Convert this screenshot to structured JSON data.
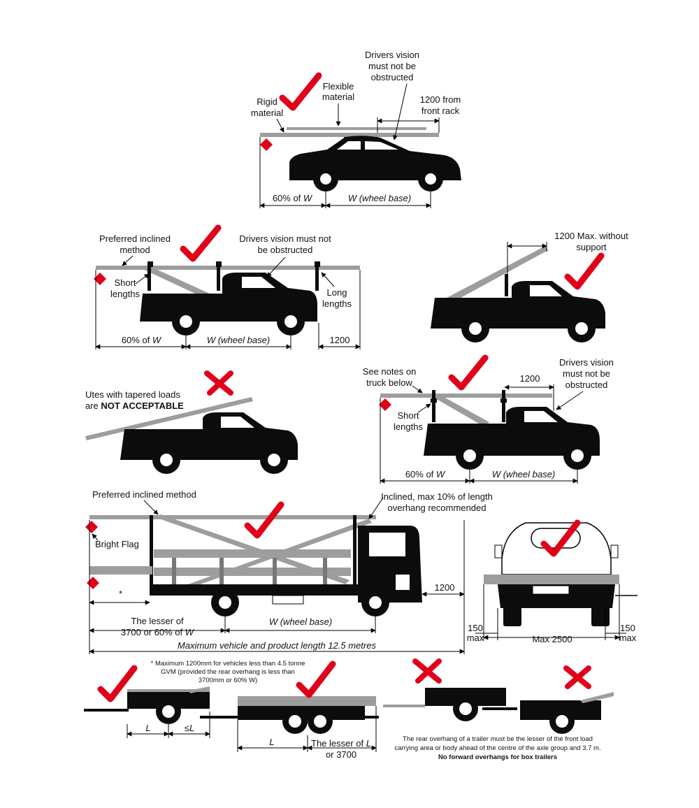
{
  "car": {
    "rigid": [
      "Rigid",
      "material"
    ],
    "flexible": [
      "Flexible",
      "material"
    ],
    "vision": [
      "Drivers vision",
      "must not be",
      "obstructed"
    ],
    "front_rack": [
      "1200 from",
      "front rack"
    ],
    "overhang_prefix": "60% of ",
    "overhang_var": "W",
    "wheelbase": "W (wheel base)"
  },
  "ute1": {
    "inclined": [
      "Preferred inclined",
      "method"
    ],
    "vision": [
      "Drivers vision must not",
      "be obstructed"
    ],
    "short": [
      "Short",
      "lengths"
    ],
    "long": [
      "Long",
      "lengths"
    ],
    "overhang_prefix": "60% of ",
    "overhang_var": "W",
    "wheelbase": "W (wheel base)",
    "front_dim": "1200"
  },
  "ute2": {
    "max_support": [
      "1200 Max. without",
      "support"
    ]
  },
  "ute3": {
    "tapered_line1": "Utes with tapered loads",
    "tapered_prefix": "are ",
    "tapered_bold": "NOT ACCEPTABLE"
  },
  "ute4": {
    "see_notes": [
      "See notes on",
      "truck below"
    ],
    "dim_1200": "1200",
    "vision": [
      "Drivers vision",
      "must not be",
      "obstructed"
    ],
    "short": [
      "Short",
      "lengths"
    ],
    "overhang_prefix": "60% of ",
    "overhang_var": "W",
    "wheelbase": "W (wheel base)"
  },
  "truck": {
    "inclined": "Preferred inclined method",
    "inclined_max": [
      "Inclined, max 10% of length",
      "overhang recommended"
    ],
    "bright_flag": "Bright Flag",
    "asterisk": "*",
    "front_dim": "1200",
    "lesser_line1": "The lesser of",
    "lesser_prefix": "3700 or 60% of ",
    "lesser_var": "W",
    "wheelbase": "W (wheel base)",
    "max_length": "Maximum vehicle and product length 12.5 metres"
  },
  "rear_view": {
    "left_150": [
      "150",
      "max"
    ],
    "right_150": [
      "150",
      "max"
    ],
    "max_width": "Max 2500"
  },
  "trailers": {
    "note": [
      "* Maximum 1200mm for vehicles less than 4.5 tonne",
      "GVM (provided the rear overhang is less than",
      "3700mm or 60% W)"
    ],
    "L1": "L",
    "leL": "≤L",
    "L2": "L",
    "lesser_prefix": "The lesser of ",
    "lesser_var": "L",
    "or3700": "or 3700",
    "rear_overhang": [
      "The rear overhang of a trailer must be the lesser of the front load",
      "carrying area or body ahead of the centre of the axle group and 3.7 m."
    ],
    "no_forward": "No forward overhangs for box trailers"
  },
  "colors": {
    "mark_red": "#e0001a",
    "load_grey": "#9d9d9d",
    "vehicle_black": "#0c0c0c"
  },
  "icons": [
    "tick-icon",
    "cross-icon",
    "bright-flag-icon",
    "wheel-icon"
  ]
}
